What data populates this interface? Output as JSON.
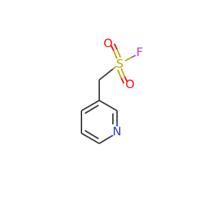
{
  "molecule": {
    "atoms": {
      "oxygen_top": {
        "symbol": "O",
        "color": "#ff0d0d"
      },
      "sulfur": {
        "symbol": "S",
        "color": "#b7a800"
      },
      "fluorine": {
        "symbol": "F",
        "color": "#b040c0"
      },
      "oxygen_bottom": {
        "symbol": "O",
        "color": "#ff0d0d"
      },
      "nitrogen": {
        "symbol": "N",
        "color": "#2b3bd1"
      }
    },
    "colors": {
      "bond_carbon": "#3a3a3a"
    }
  }
}
